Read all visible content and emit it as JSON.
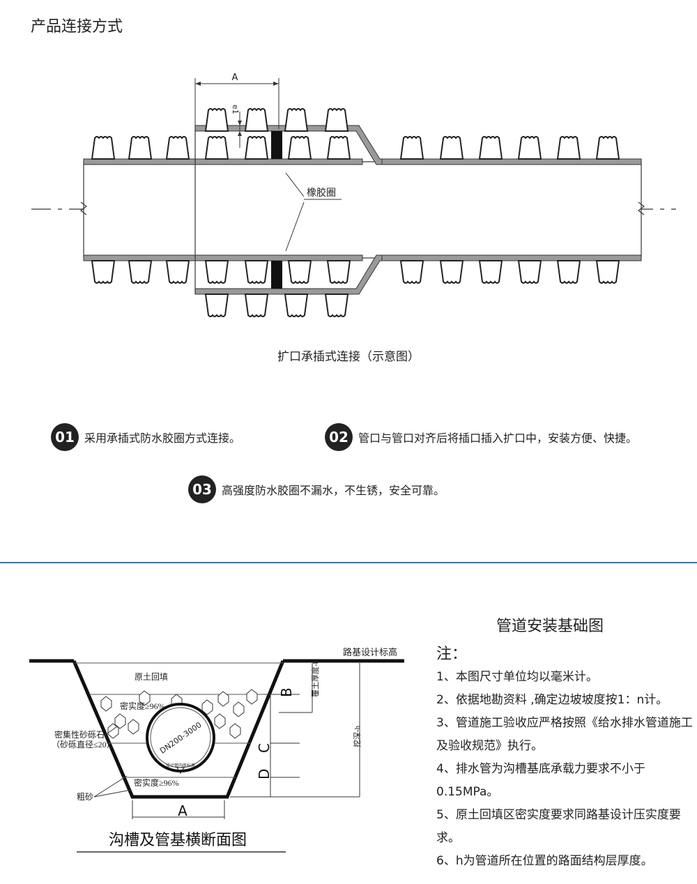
{
  "page_title": "产品连接方式",
  "pipe_diagram": {
    "dim_a": "A",
    "dim_e1": "e1",
    "rubber_ring_label": "橡胶圈",
    "caption": "扩口承插式连接（示意图）"
  },
  "features": [
    {
      "num": "01",
      "text": "采用承插式防水胶圈方式连接。"
    },
    {
      "num": "02",
      "text": "管口与管口对齐后将插口插入扩口中，安装方便、快捷。"
    },
    {
      "num": "03",
      "text": "高强度防水胶圈不漏水，不生锈，安全可靠。"
    }
  ],
  "colors": {
    "divider": "#2e78a9",
    "badge": "#222222"
  },
  "trench": {
    "road_label": "路基设计标高",
    "fill_label": "原土回填",
    "density1": "密实度≥96%",
    "density2": "密实度≥96%",
    "gravel_label1": "密集性砂砾石",
    "gravel_label2": "（砂砾直径≤20）",
    "sand_label": "粗砂",
    "pipe_label": "DN200-3000",
    "pipe_sub": "设计管内底标高",
    "cover_label": "覆土厚度-h",
    "dig_label": "挖深-h",
    "B": "B",
    "C": "C",
    "D": "D",
    "A": "A",
    "caption": "沟槽及管基横断面图"
  },
  "install": {
    "title": "管道安装基础图",
    "notes_heading": "注：",
    "notes": [
      "1、本图尺寸单位均以毫米计。",
      "2、依据地勘资料 ,确定边坡坡度按1：n计。",
      "3、管道施工验收应严格按照《给水排水管道施工及验收规范》执行。",
      "4、排水管为沟槽基底承载力要求不小于0.15MPa。",
      "5、原土回填区密实度要求同路基设计压实度要求。",
      "6、h为管道所在位置的路面结构层厚度。"
    ]
  }
}
